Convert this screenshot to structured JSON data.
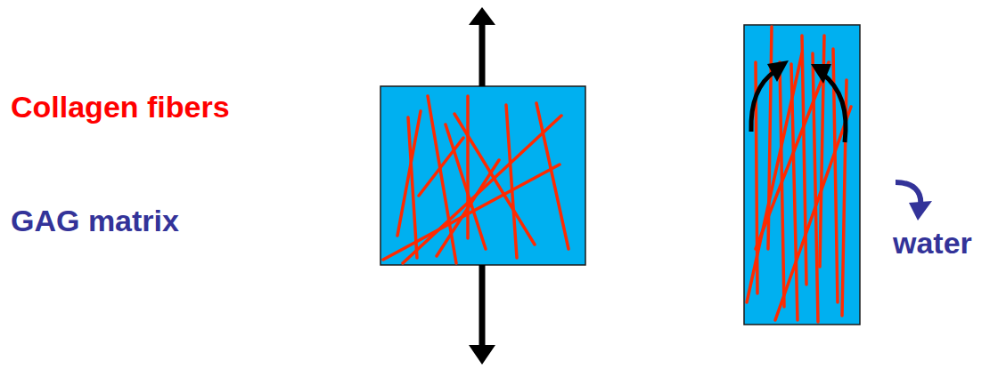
{
  "diagram": {
    "labels": [
      "Collagen fibers",
      "GAG matrix",
      "water"
    ]
  }
}
